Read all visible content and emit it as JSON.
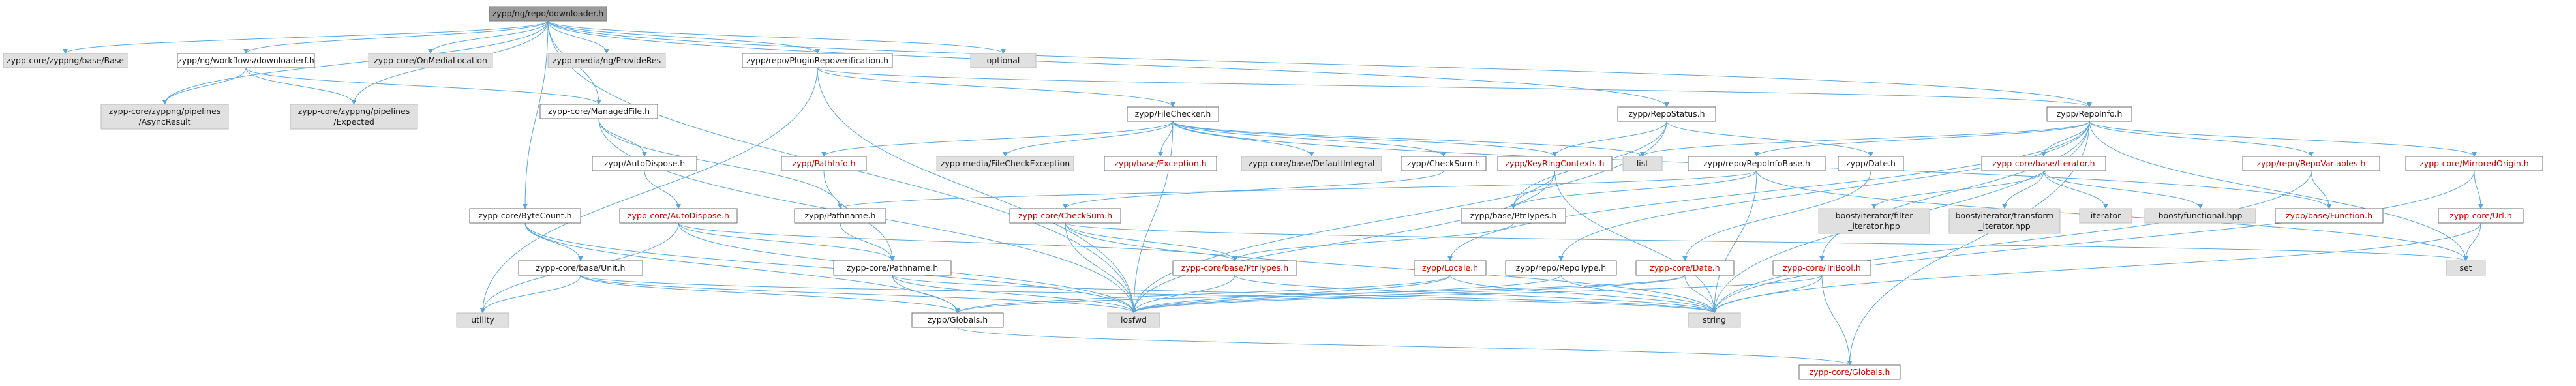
{
  "colors": {
    "edge": "#5aa6dc",
    "box_fill": "#ffffff",
    "box_stroke": "#6e6e6e",
    "ext_fill": "#e0e0e0",
    "ext_stroke": "#bdbdbd",
    "root_fill": "#9a9a9a",
    "text": "#1a1a1a",
    "red_text": "#cc0000"
  },
  "nodes": [
    {
      "id": "root",
      "lines": [
        "zypp/ng/repo/downloader.h"
      ],
      "kind": "root"
    },
    {
      "id": "zc_base",
      "lines": [
        "zypp-core/zyppng/base/Base"
      ],
      "kind": "ext"
    },
    {
      "id": "wf",
      "lines": [
        "zypp/ng/workflows/downloaderf.h"
      ],
      "kind": "box"
    },
    {
      "id": "omlocation",
      "lines": [
        "zypp-core/OnMediaLocation"
      ],
      "kind": "ext"
    },
    {
      "id": "provideres",
      "lines": [
        "zypp-media/ng/ProvideRes"
      ],
      "kind": "ext"
    },
    {
      "id": "pluginrepo",
      "lines": [
        "zypp/repo/PluginRepoverification.h"
      ],
      "kind": "box"
    },
    {
      "id": "optional",
      "lines": [
        "optional"
      ],
      "kind": "ext"
    },
    {
      "id": "asyncresult",
      "lines": [
        "zypp-core/zyppng/pipelines",
        "/AsyncResult"
      ],
      "kind": "ext"
    },
    {
      "id": "expected",
      "lines": [
        "zypp-core/zyppng/pipelines",
        "/Expected"
      ],
      "kind": "ext"
    },
    {
      "id": "managedfile",
      "lines": [
        "zypp-core/ManagedFile.h"
      ],
      "kind": "box"
    },
    {
      "id": "filechecker",
      "lines": [
        "zypp/FileChecker.h"
      ],
      "kind": "box"
    },
    {
      "id": "repostatus",
      "lines": [
        "zypp/RepoStatus.h"
      ],
      "kind": "box"
    },
    {
      "id": "repoinfo",
      "lines": [
        "zypp/RepoInfo.h"
      ],
      "kind": "box"
    },
    {
      "id": "autodispose1",
      "lines": [
        "zypp/AutoDispose.h"
      ],
      "kind": "box"
    },
    {
      "id": "pathinfo",
      "lines": [
        "zypp/PathInfo.h"
      ],
      "kind": "red"
    },
    {
      "id": "fcexception",
      "lines": [
        "zypp-media/FileCheckException"
      ],
      "kind": "ext"
    },
    {
      "id": "baseexception",
      "lines": [
        "zypp/base/Exception.h"
      ],
      "kind": "red"
    },
    {
      "id": "defaultintegral",
      "lines": [
        "zypp-core/base/DefaultIntegral"
      ],
      "kind": "ext"
    },
    {
      "id": "checksum1",
      "lines": [
        "zypp/CheckSum.h"
      ],
      "kind": "box"
    },
    {
      "id": "keyring",
      "lines": [
        "zypp/KeyRingContexts.h"
      ],
      "kind": "red"
    },
    {
      "id": "list",
      "lines": [
        "list"
      ],
      "kind": "ext"
    },
    {
      "id": "repoinfobase",
      "lines": [
        "zypp/repo/RepoInfoBase.h"
      ],
      "kind": "box"
    },
    {
      "id": "date1",
      "lines": [
        "zypp/Date.h"
      ],
      "kind": "box"
    },
    {
      "id": "iterator",
      "lines": [
        "zypp-core/base/Iterator.h"
      ],
      "kind": "red"
    },
    {
      "id": "repovars",
      "lines": [
        "zypp/repo/RepoVariables.h"
      ],
      "kind": "red"
    },
    {
      "id": "mirroredorigin",
      "lines": [
        "zypp-core/MirroredOrigin.h"
      ],
      "kind": "red"
    },
    {
      "id": "bytecount",
      "lines": [
        "zypp-core/ByteCount.h"
      ],
      "kind": "box"
    },
    {
      "id": "autodispose2",
      "lines": [
        "zypp-core/AutoDispose.h"
      ],
      "kind": "red"
    },
    {
      "id": "pathname1",
      "lines": [
        "zypp/Pathname.h"
      ],
      "kind": "box"
    },
    {
      "id": "checksum2",
      "lines": [
        "zypp-core/CheckSum.h"
      ],
      "kind": "red"
    },
    {
      "id": "ptrtypes1",
      "lines": [
        "zypp/base/PtrTypes.h"
      ],
      "kind": "box"
    },
    {
      "id": "filteriter",
      "lines": [
        "boost/iterator/filter",
        "_iterator.hpp"
      ],
      "kind": "ext"
    },
    {
      "id": "transformiter",
      "lines": [
        "boost/iterator/transform",
        "_iterator.hpp"
      ],
      "kind": "ext"
    },
    {
      "id": "iteratorstd",
      "lines": [
        "iterator"
      ],
      "kind": "ext"
    },
    {
      "id": "functional",
      "lines": [
        "boost/functional.hpp"
      ],
      "kind": "ext"
    },
    {
      "id": "function",
      "lines": [
        "zypp/base/Function.h"
      ],
      "kind": "red"
    },
    {
      "id": "url",
      "lines": [
        "zypp-core/Url.h"
      ],
      "kind": "red"
    },
    {
      "id": "unit",
      "lines": [
        "zypp-core/base/Unit.h"
      ],
      "kind": "box"
    },
    {
      "id": "pathname2",
      "lines": [
        "zypp-core/Pathname.h"
      ],
      "kind": "box"
    },
    {
      "id": "ptrtypes2",
      "lines": [
        "zypp-core/base/PtrTypes.h"
      ],
      "kind": "red"
    },
    {
      "id": "locale",
      "lines": [
        "zypp/Locale.h"
      ],
      "kind": "red"
    },
    {
      "id": "repotype",
      "lines": [
        "zypp/repo/RepoType.h"
      ],
      "kind": "box"
    },
    {
      "id": "date2",
      "lines": [
        "zypp-core/Date.h"
      ],
      "kind": "red"
    },
    {
      "id": "tribool",
      "lines": [
        "zypp-core/TriBool.h"
      ],
      "kind": "red"
    },
    {
      "id": "set",
      "lines": [
        "set"
      ],
      "kind": "ext"
    },
    {
      "id": "utility",
      "lines": [
        "utility"
      ],
      "kind": "ext"
    },
    {
      "id": "globals1",
      "lines": [
        "zypp/Globals.h"
      ],
      "kind": "box"
    },
    {
      "id": "iosfwd",
      "lines": [
        "iosfwd"
      ],
      "kind": "ext"
    },
    {
      "id": "string",
      "lines": [
        "string"
      ],
      "kind": "ext"
    },
    {
      "id": "globals2",
      "lines": [
        "zypp-core/Globals.h"
      ],
      "kind": "red"
    }
  ],
  "edges": [
    [
      "root",
      "zc_base"
    ],
    [
      "root",
      "wf"
    ],
    [
      "root",
      "omlocation"
    ],
    [
      "root",
      "provideres"
    ],
    [
      "root",
      "pluginrepo"
    ],
    [
      "root",
      "optional"
    ],
    [
      "root",
      "asyncresult"
    ],
    [
      "root",
      "expected"
    ],
    [
      "root",
      "managedfile"
    ],
    [
      "root",
      "repostatus"
    ],
    [
      "root",
      "repoinfo"
    ],
    [
      "root",
      "bytecount"
    ],
    [
      "root",
      "iosfwd"
    ],
    [
      "wf",
      "asyncresult"
    ],
    [
      "wf",
      "expected"
    ],
    [
      "wf",
      "managedfile"
    ],
    [
      "pluginrepo",
      "filechecker"
    ],
    [
      "pluginrepo",
      "repoinfo"
    ],
    [
      "pluginrepo",
      "iosfwd"
    ],
    [
      "pluginrepo",
      "utility"
    ],
    [
      "managedfile",
      "autodispose1"
    ],
    [
      "managedfile",
      "pathname1"
    ],
    [
      "managedfile",
      "iosfwd"
    ],
    [
      "filechecker",
      "pathinfo"
    ],
    [
      "filechecker",
      "fcexception"
    ],
    [
      "filechecker",
      "baseexception"
    ],
    [
      "filechecker",
      "defaultintegral"
    ],
    [
      "filechecker",
      "checksum1"
    ],
    [
      "filechecker",
      "keyring"
    ],
    [
      "filechecker",
      "list"
    ],
    [
      "filechecker",
      "function"
    ],
    [
      "filechecker",
      "iosfwd"
    ],
    [
      "repostatus",
      "ptrtypes1"
    ],
    [
      "repostatus",
      "date1"
    ],
    [
      "repostatus",
      "keyring"
    ],
    [
      "repostatus",
      "iosfwd"
    ],
    [
      "repoinfo",
      "list"
    ],
    [
      "repoinfo",
      "set"
    ],
    [
      "repoinfo",
      "repoinfobase"
    ],
    [
      "repoinfo",
      "iterator"
    ],
    [
      "repoinfo",
      "repovars"
    ],
    [
      "repoinfo",
      "mirroredorigin"
    ],
    [
      "repoinfo",
      "repotype"
    ],
    [
      "repoinfo",
      "tribool"
    ],
    [
      "repoinfo",
      "locale"
    ],
    [
      "repoinfo",
      "string"
    ],
    [
      "repoinfo",
      "globals2"
    ],
    [
      "autodispose1",
      "autodispose2"
    ],
    [
      "pathinfo",
      "pathname2"
    ],
    [
      "checksum1",
      "checksum2"
    ],
    [
      "keyring",
      "ptrtypes1"
    ],
    [
      "keyring",
      "string"
    ],
    [
      "keyring",
      "iosfwd"
    ],
    [
      "repoinfobase",
      "pathname1"
    ],
    [
      "repoinfobase",
      "ptrtypes1"
    ],
    [
      "repoinfobase",
      "string"
    ],
    [
      "repoinfobase",
      "set"
    ],
    [
      "date1",
      "date2"
    ],
    [
      "iterator",
      "filteriter"
    ],
    [
      "iterator",
      "transformiter"
    ],
    [
      "iterator",
      "iteratorstd"
    ],
    [
      "iterator",
      "functional"
    ],
    [
      "repovars",
      "function"
    ],
    [
      "repovars",
      "string"
    ],
    [
      "mirroredorigin",
      "url"
    ],
    [
      "mirroredorigin",
      "string"
    ],
    [
      "bytecount",
      "unit"
    ],
    [
      "bytecount",
      "iosfwd"
    ],
    [
      "bytecount",
      "globals1"
    ],
    [
      "autodispose2",
      "pathname2"
    ],
    [
      "autodispose2",
      "ptrtypes2"
    ],
    [
      "autodispose2",
      "iosfwd"
    ],
    [
      "autodispose2",
      "utility"
    ],
    [
      "pathname1",
      "pathname2"
    ],
    [
      "checksum2",
      "ptrtypes2"
    ],
    [
      "checksum2",
      "set"
    ],
    [
      "checksum2",
      "string"
    ],
    [
      "checksum2",
      "iosfwd"
    ],
    [
      "ptrtypes1",
      "ptrtypes2"
    ],
    [
      "url",
      "set"
    ],
    [
      "url",
      "string"
    ],
    [
      "unit",
      "iosfwd"
    ],
    [
      "unit",
      "string"
    ],
    [
      "unit",
      "utility"
    ],
    [
      "unit",
      "globals1"
    ],
    [
      "pathname2",
      "iosfwd"
    ],
    [
      "pathname2",
      "string"
    ],
    [
      "pathname2",
      "globals1"
    ],
    [
      "ptrtypes2",
      "iosfwd"
    ],
    [
      "ptrtypes2",
      "string"
    ],
    [
      "locale",
      "iosfwd"
    ],
    [
      "locale",
      "string"
    ],
    [
      "locale",
      "globals1"
    ],
    [
      "repotype",
      "iosfwd"
    ],
    [
      "repotype",
      "string"
    ],
    [
      "date2",
      "iosfwd"
    ],
    [
      "date2",
      "string"
    ],
    [
      "date2",
      "globals1"
    ],
    [
      "tribool",
      "iosfwd"
    ],
    [
      "tribool",
      "string"
    ],
    [
      "tribool",
      "globals2"
    ],
    [
      "globals1",
      "globals2"
    ]
  ]
}
